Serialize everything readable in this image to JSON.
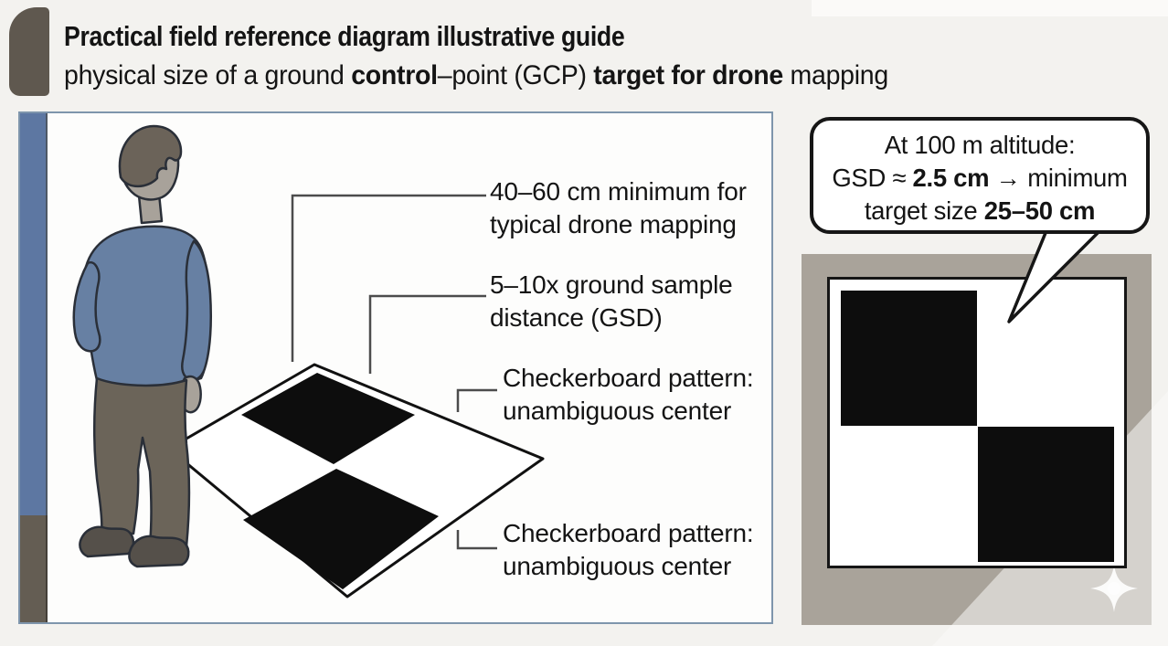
{
  "header": {
    "title": "Practical field reference diagram illustrative guide",
    "subtitle": {
      "s1": "physical size of a ground ",
      "b1": "control",
      "s2": "–point (GCP) ",
      "b2": "target for drone",
      "s3": " mapping"
    }
  },
  "callouts": [
    {
      "line1": "40–60 cm minimum for",
      "line2": "typical drone mapping"
    },
    {
      "line1": "5–10x ground sample",
      "line2": "distance (GSD)"
    },
    {
      "line1": "Checkerboard pattern:",
      "line2": "unambiguous center"
    },
    {
      "line1": "Checkerboard pattern:",
      "line2": "unambiguous center"
    }
  ],
  "bubble": {
    "line1": "At 100 m altitude:",
    "line2_pre": "GSD ≈ ",
    "line2_bold": "2.5 cm",
    "line2_post": " → minimum",
    "line3_pre": "target size ",
    "line3_bold": "25–50 cm"
  },
  "icons": {
    "sparkle": "sparkle-icon"
  },
  "colors": {
    "page_bg": "#f3f2ef",
    "panel_border": "#7e95ac",
    "ink": "#141414",
    "line_gray": "#4c4c4c",
    "bar_blue": "#5d77a2",
    "bar_dark": "#645d53",
    "tab_dark": "#5f584f",
    "frame_gray": "#a9a39a",
    "checker_black": "#0d0d0d",
    "shirt_blue": "#6780a3",
    "pants_gray": "#6b6459",
    "skin_tan": "#a8a29a",
    "hair_brown": "#6b6359",
    "shoe_dark": "#55504a",
    "bubble_border": "#161616"
  }
}
